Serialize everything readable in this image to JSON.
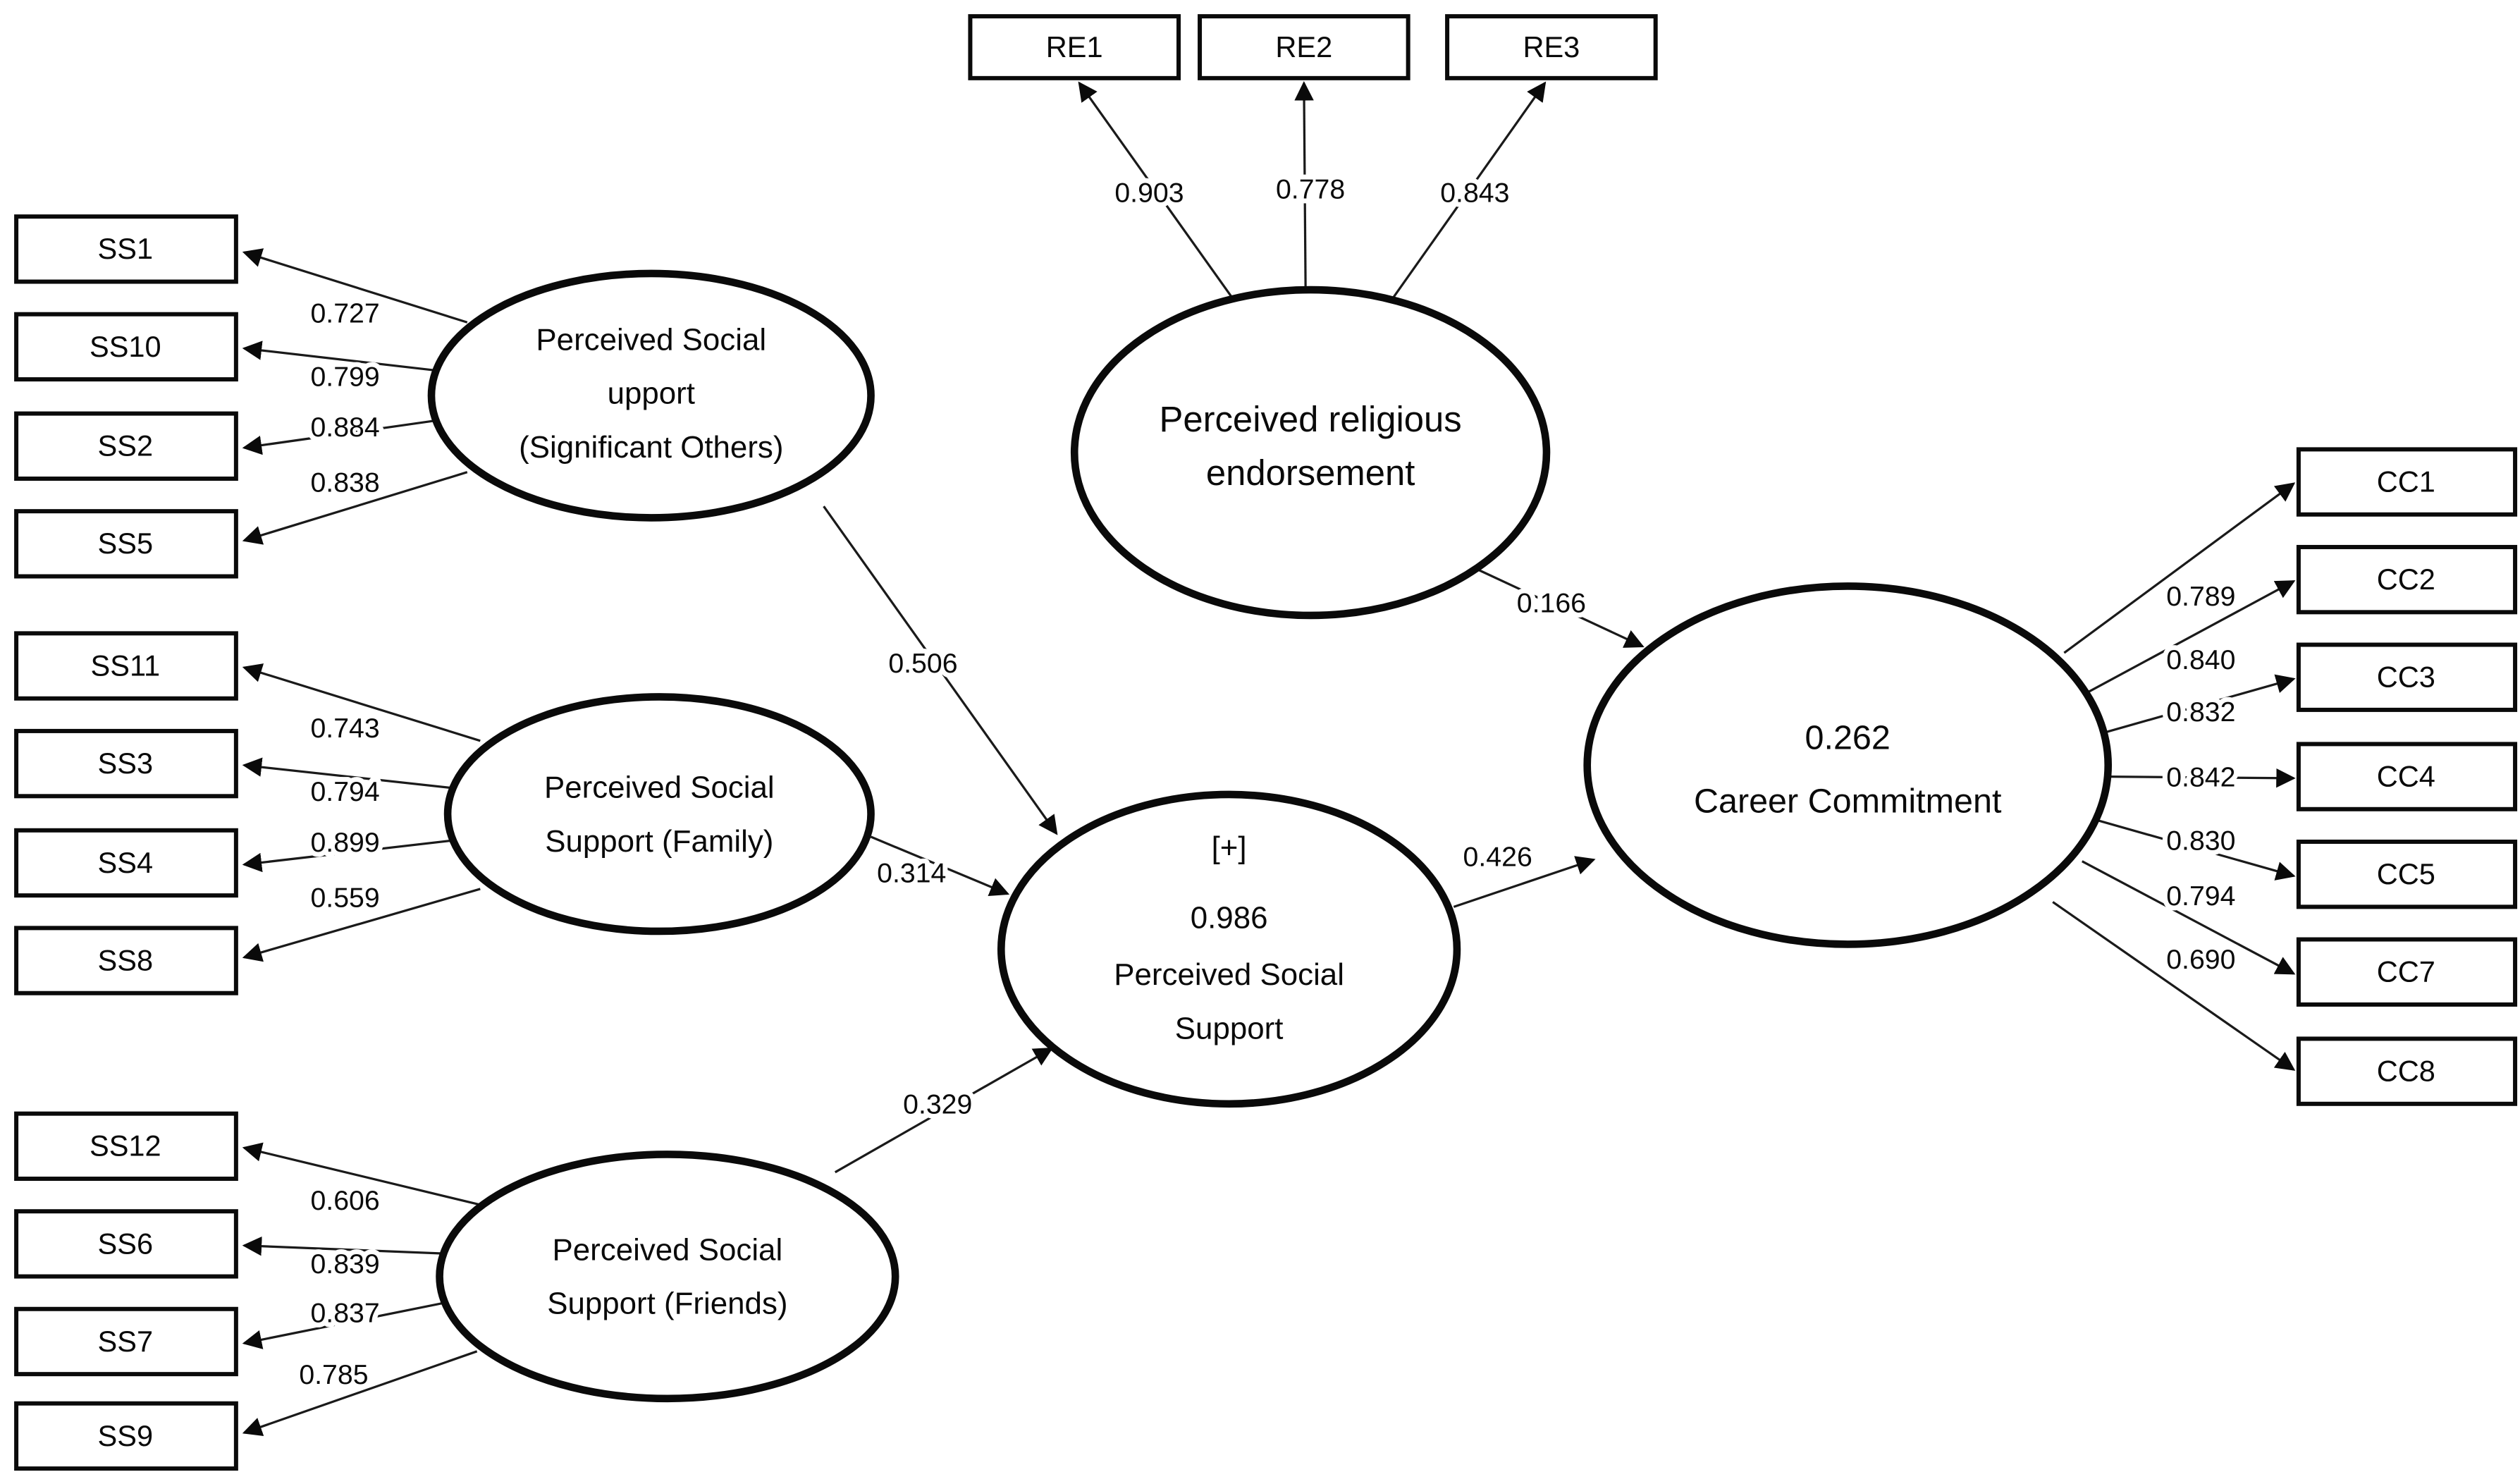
{
  "diagram": {
    "latents": {
      "sig_others": {
        "lines": [
          "Perceived Social",
          "upport",
          "(Significant Others)"
        ]
      },
      "family": {
        "lines": [
          "Perceived Social",
          "Support (Family)"
        ]
      },
      "friends": {
        "lines": [
          "Perceived Social",
          "Support (Friends)"
        ]
      },
      "religious": {
        "lines": [
          "Perceived religious",
          "endorsement"
        ]
      },
      "pss": {
        "tag": "[+]",
        "r2": "0.986",
        "lines": [
          "Perceived Social",
          "Support"
        ]
      },
      "career": {
        "r2": "0.262",
        "label": "Career Commitment"
      }
    },
    "indicators": {
      "sig_others": [
        {
          "name": "SS1",
          "loading": "0.727"
        },
        {
          "name": "SS10",
          "loading": "0.799"
        },
        {
          "name": "SS2",
          "loading": "0.884"
        },
        {
          "name": "SS5",
          "loading": "0.838"
        }
      ],
      "family": [
        {
          "name": "SS11",
          "loading": "0.743"
        },
        {
          "name": "SS3",
          "loading": "0.794"
        },
        {
          "name": "SS4",
          "loading": "0.899"
        },
        {
          "name": "SS8",
          "loading": "0.559"
        }
      ],
      "friends": [
        {
          "name": "SS12",
          "loading": "0.606"
        },
        {
          "name": "SS6",
          "loading": "0.839"
        },
        {
          "name": "SS7",
          "loading": "0.837"
        },
        {
          "name": "SS9",
          "loading": "0.785"
        }
      ],
      "religious": [
        {
          "name": "RE1",
          "loading": "0.903"
        },
        {
          "name": "RE2",
          "loading": "0.778"
        },
        {
          "name": "RE3",
          "loading": "0.843"
        }
      ],
      "career": [
        {
          "name": "CC1",
          "loading": "0.789"
        },
        {
          "name": "CC2",
          "loading": "0.840"
        },
        {
          "name": "CC3",
          "loading": "0.832"
        },
        {
          "name": "CC4",
          "loading": "0.842"
        },
        {
          "name": "CC5",
          "loading": "0.830"
        },
        {
          "name": "CC7",
          "loading": "0.794"
        },
        {
          "name": "CC8",
          "loading": "0.690"
        }
      ]
    },
    "paths": {
      "sig_others_to_pss": "0.506",
      "family_to_pss": "0.314",
      "friends_to_pss": "0.329",
      "pss_to_career": "0.426",
      "religious_to_career": "0.166"
    }
  }
}
